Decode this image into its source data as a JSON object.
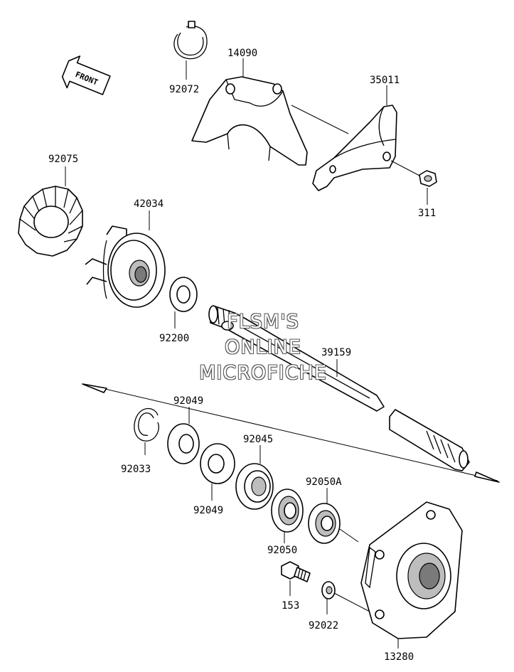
{
  "front_indicator": "FRONT",
  "parts": {
    "p14090": "14090",
    "p92072": "92072",
    "p35011": "35011",
    "p311": "311",
    "p92075": "92075",
    "p42034": "42034",
    "p92200": "92200",
    "p39159": "39159",
    "p92049a": "92049",
    "p92033": "92033",
    "p92045": "92045",
    "p92049b": "92049",
    "p92050A": "92050A",
    "p92050": "92050",
    "p153": "153",
    "p92022": "92022",
    "p13280": "13280"
  },
  "watermark": {
    "line1": "FLSM'S",
    "line2": "ONLINE",
    "line3": "MICROFICHE"
  }
}
